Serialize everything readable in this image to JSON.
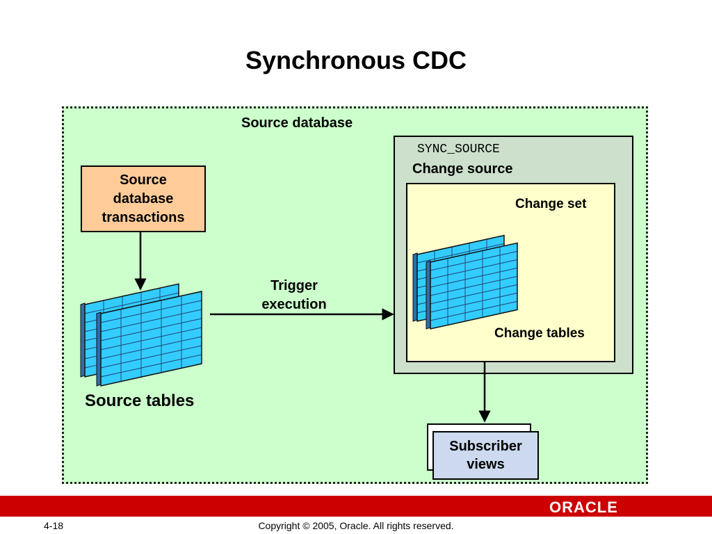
{
  "title": "Synchronous CDC",
  "source_database": {
    "label": "Source database",
    "transactions_box": "Source\ndatabase\ntransactions",
    "source_tables_label": "Source tables"
  },
  "arrow_label": "Trigger\nexecution",
  "change_source": {
    "name": "SYNC_SOURCE",
    "label": "Change source",
    "change_set": {
      "label": "Change set",
      "tables_label": "Change tables"
    }
  },
  "subscriber_views": "Subscriber\nviews",
  "footer": {
    "page_number": "4-18",
    "copyright": "Copyright © 2005, Oracle.  All rights reserved.",
    "logo": "ORACLE"
  },
  "colors": {
    "source_database_bg": "#ccffcc",
    "transactions_bg": "#ffcc99",
    "change_source_bg": "#cce0cc",
    "change_set_bg": "#ffffcc",
    "subscriber_bg": "#ccd9ee",
    "table_cell": "#33ccff",
    "brand_red": "#cc0000"
  }
}
